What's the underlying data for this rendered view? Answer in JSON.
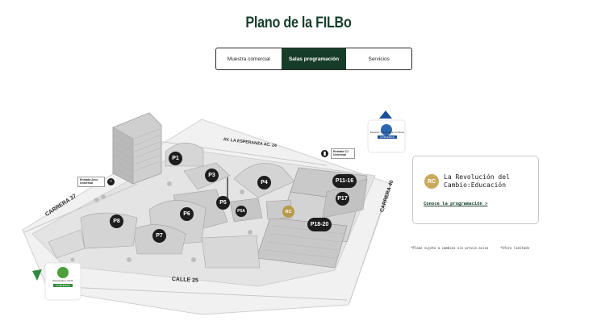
{
  "page": {
    "title": "Plano de la FILBo"
  },
  "tabs": [
    {
      "label": "Muestra comercial",
      "active": false
    },
    {
      "label": "Salas programación",
      "active": true
    },
    {
      "label": "Servicios",
      "active": false
    }
  ],
  "map": {
    "pins": {
      "p1": "P1",
      "p3": "P3",
      "p4": "P4",
      "p5": "P5",
      "p6": "P6",
      "p7": "P7",
      "p8": "P8",
      "p11_16": "P11-16",
      "p17": "P17",
      "p18_20": "P18-20",
      "p5a": "P5A",
      "rc": "RC"
    },
    "streets": {
      "av_esperanza": "AV. LA ESPERANZA AC. 24",
      "carrera_37": "CARRERA 37",
      "carrera_40": "CARRERA 40",
      "calle_25": "CALLE 25"
    },
    "entrances": {
      "left": "Entrada Arco Universal",
      "top_right": "Entrada CJ Universal"
    },
    "badges": {
      "top_right": {
        "text": "Estación Transmilenio Corferias",
        "strip": "CORFERIAS"
      },
      "bottom_left": {
        "text": "Parqueadero Verde",
        "strip": "CORFERIAS"
      }
    }
  },
  "info_card": {
    "icon": "RC",
    "title": "La Revolución del Cambio:Educación",
    "link": "Conoce la programación >"
  },
  "footnotes": {
    "left": "*Plano sujeto a cambios sin previo aviso",
    "right": "*Aforo limitado"
  },
  "colors": {
    "brand_green": "#17402c",
    "active_tab": "#173d28",
    "rc_gold": "#c9a95b",
    "pin": "#1d1d1d"
  }
}
